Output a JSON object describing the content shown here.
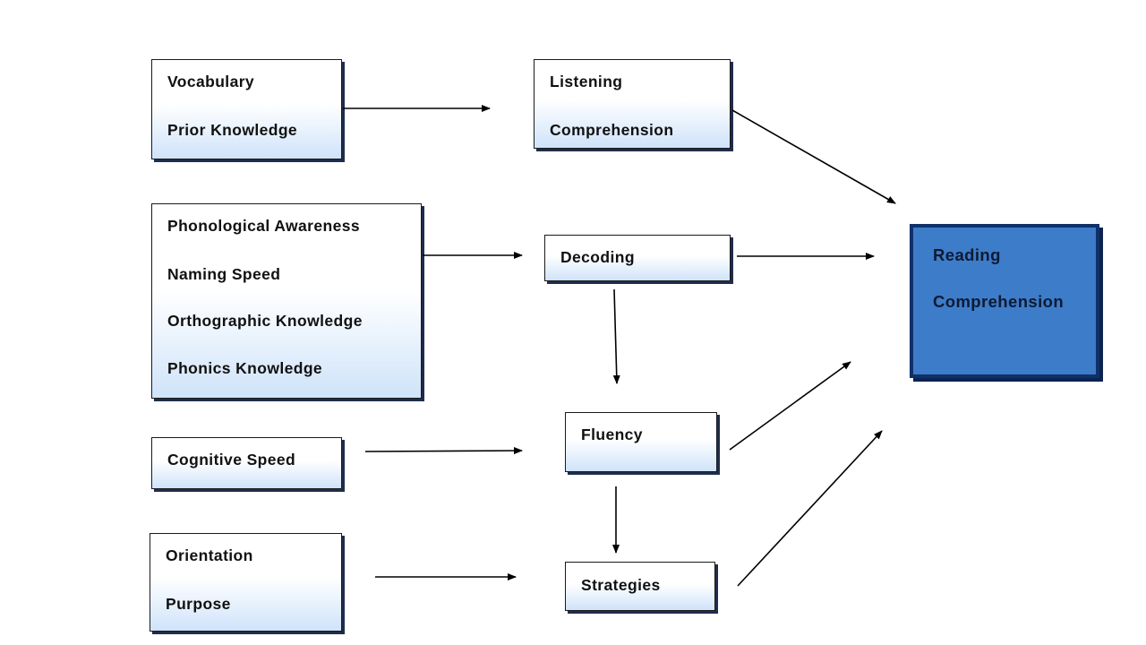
{
  "inputs": {
    "vocab": {
      "line1": "Vocabulary",
      "line2": "Prior Knowledge"
    },
    "decoding_skills": {
      "line1": "Phonological Awareness",
      "line2": "Naming Speed",
      "line3": "Orthographic Knowledge",
      "line4": "Phonics Knowledge"
    },
    "cognitive": {
      "line1": "Cognitive Speed"
    },
    "orientation": {
      "line1": "Orientation",
      "line2": "Purpose"
    }
  },
  "mid": {
    "listening": {
      "line1": "Listening",
      "line2": "Comprehension"
    },
    "decoding": {
      "line1": "Decoding"
    },
    "fluency": {
      "line1": "Fluency"
    },
    "strategies": {
      "line1": "Strategies"
    }
  },
  "goal": {
    "line1": "Reading",
    "line2": "Comprehension"
  },
  "colors": {
    "box_gradient_bottom": "#cfe3fa",
    "goal_fill": "#3d7cc9",
    "goal_border": "#10306a",
    "arrow": "#000000"
  }
}
